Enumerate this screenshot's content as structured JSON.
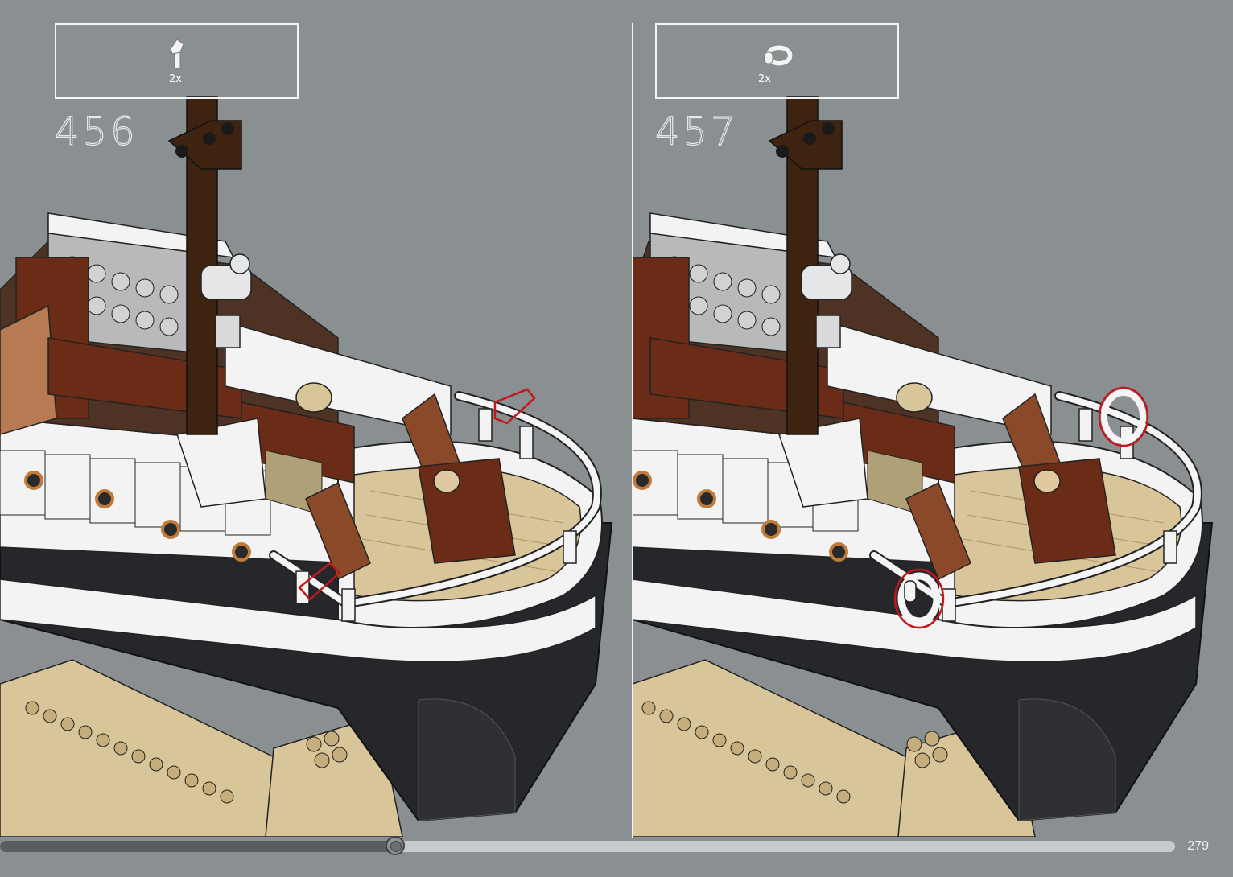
{
  "steps": [
    {
      "number": "456",
      "part": {
        "icon": "pin-icon",
        "quantity": "2x"
      }
    },
    {
      "number": "457",
      "part": {
        "icon": "ring-icon",
        "quantity": "2x"
      }
    }
  ],
  "footer": {
    "page_number": "279",
    "progress": 0.336
  },
  "colors": {
    "background": "#8a8f92",
    "reddish_brown": "#6a2c17",
    "dark_brown": "#3e2410",
    "tan": "#d9c59a",
    "black": "#26272a",
    "white": "#f3f3f3",
    "light_gray": "#b7b9bb",
    "highlight": "#c0181c"
  }
}
